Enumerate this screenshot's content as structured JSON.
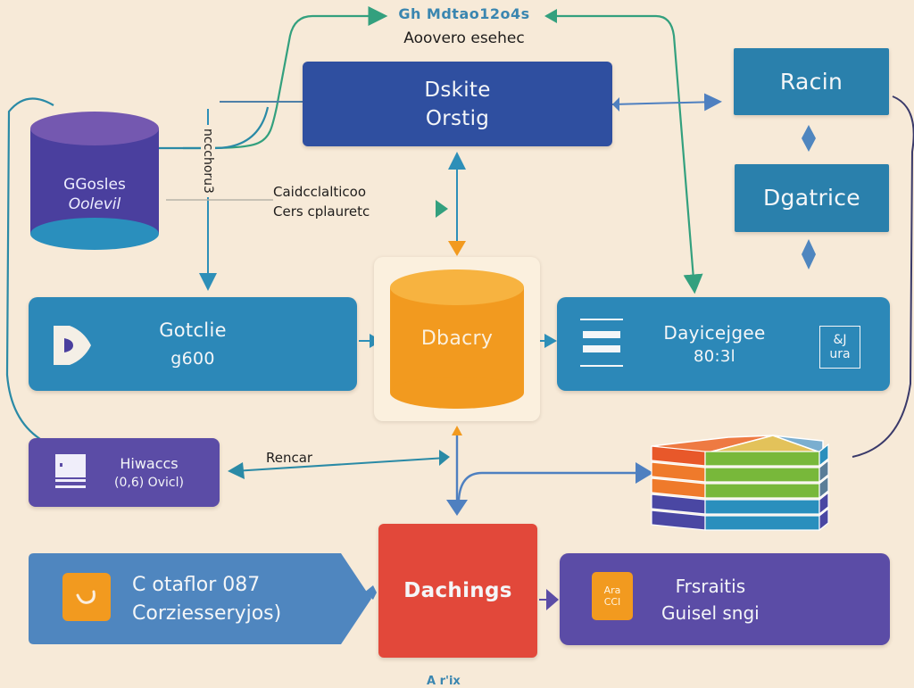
{
  "header": {
    "title": "Gh Mdtao12o4s",
    "subtitle": "Aoovero esehec"
  },
  "colors": {
    "background": "#f7ead8",
    "navy": "#2f4fa0",
    "teal": "#2a86b5",
    "blue_box": "#2c88b8",
    "purple": "#5b4ca6",
    "orange": "#f29a1f",
    "red": "#e2483a",
    "slate_blue": "#4f86bf",
    "green_arrow": "#33a07e"
  },
  "nodes": {
    "top_center": {
      "line1": "Dskite",
      "line2": "Orstig"
    },
    "right_top": {
      "label": "Racin"
    },
    "right_mid": {
      "label": "Dgatrice"
    },
    "database_left": {
      "line1": "GGosles",
      "line2": "Oolevil"
    },
    "annotation_mid": {
      "line1": "Caidcclalticoo",
      "line2": "Cers cplauretc"
    },
    "vertical_label": "nccchoru3",
    "left_mid": {
      "line1": "Gotclie",
      "line2": "g600",
      "icon": "d-shape-icon"
    },
    "center_db": {
      "label": "Dbacry"
    },
    "right_mid_wide": {
      "line1": "Dayicejgee",
      "line2": "80:3l",
      "badge_line1": "&J",
      "badge_line2": "ura"
    },
    "left_purple": {
      "line1": "Hiwaccs",
      "line2": "(0,6) Ovicl)"
    },
    "edge_label_rencar": "Rencar",
    "bottom_left": {
      "line1": "C otaflor 087",
      "line2": "Corziesseryjos)"
    },
    "bottom_center": {
      "label": "Dachings"
    },
    "bottom_right": {
      "line1": "Frsraitis",
      "line2": "Guisel sngi",
      "badge_line1": "Ara",
      "badge_line2": "CCI"
    },
    "footer_fragment": "A r'ix"
  },
  "stack_icon": {
    "name": "layered-hexagon-stack",
    "layers_left": [
      "#e8582a",
      "#ef7a2b",
      "#ef7a2b",
      "#4a47a3",
      "#4a47a3"
    ],
    "layers_center": [
      "#78b83a",
      "#78b83a",
      "#78b83a",
      "#2a8fbd",
      "#2a8fbd"
    ],
    "layers_right": [
      "#2a8fbd",
      "#5a7d98",
      "#5a7d98",
      "#4a47a3",
      "#4a47a3"
    ],
    "top_faces": [
      "#ee7a42",
      "#e3c25a",
      "#7aaed0"
    ]
  }
}
